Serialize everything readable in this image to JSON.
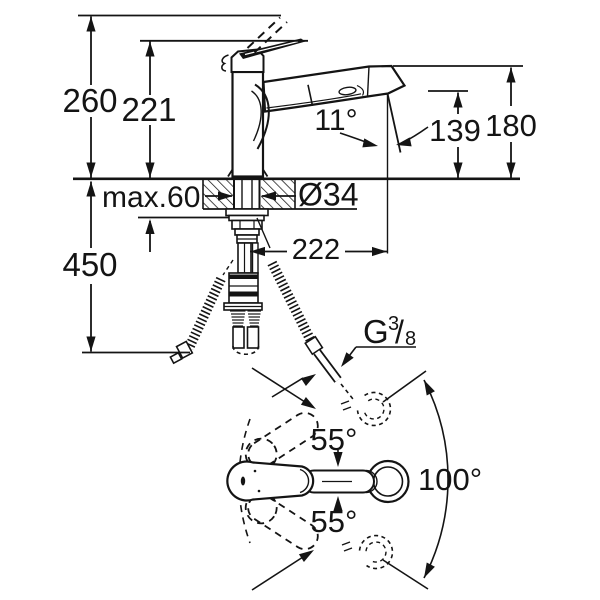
{
  "drawing": {
    "type": "faucet-installation-dimension-drawing",
    "background": "#ffffff",
    "line_color": "#141414",
    "dimensions": {
      "overall_height": "260",
      "spout_height": "221",
      "spray_angle": "11°",
      "spray_outlet_height": "139",
      "spout_tip_height": "180",
      "mounting_thickness": "max.60",
      "hole_diameter": "Ø34",
      "spout_reach": "222",
      "hose_clearance": "450",
      "thread_G": "G",
      "thread_numerator": "3",
      "thread_slash": "/",
      "thread_denominator": "8",
      "handle_swing_up": "55°",
      "handle_swing_down": "55°",
      "spout_swivel": "100°"
    }
  }
}
